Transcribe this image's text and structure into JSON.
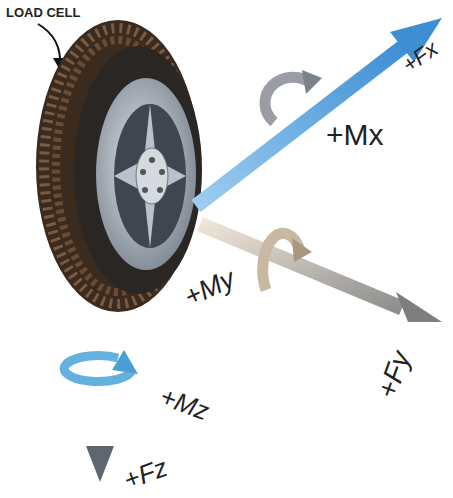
{
  "diagram": {
    "labels": [
      "LOAD CELL",
      "+Fx",
      "+Mx",
      "+My",
      "+Fy",
      "+Mz",
      "+Fz"
    ]
  }
}
